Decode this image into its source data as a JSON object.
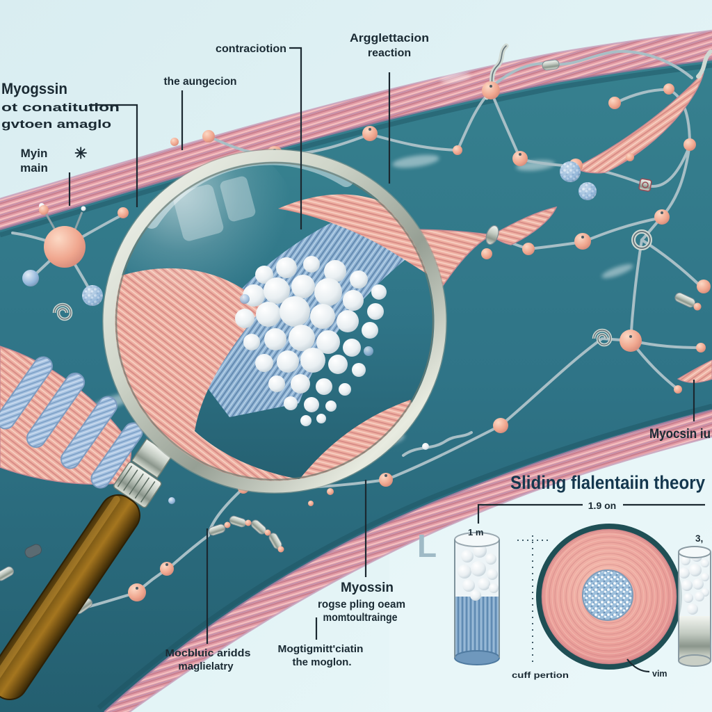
{
  "figure": {
    "type": "anatomy-illustration",
    "subject": "muscle fiber cross-section with magnifying glass and sliding filament panel"
  },
  "labels": {
    "myogssin": {
      "l1": "Myogssin",
      "l2": "ot conatitution",
      "l3": "gvtoen amaglo"
    },
    "myin": {
      "l1": "Myin",
      "l2": "main"
    },
    "asterisk": "✳",
    "aungecion": "the aungecion",
    "contraciotion": "contraciotion",
    "arggletacion": {
      "l1": "Argglettacion",
      "l2": "reaction"
    },
    "myocsin_iu": "Myocsin iu",
    "heading": "Sliding flalentaiin theory",
    "myossin": {
      "l1": "Myossin",
      "l2": "rogse pling oeam",
      "l3": "momtoultrainge"
    },
    "mogtigmit": {
      "l1": "Mogtigmitt'ciatin",
      "l2": "the moglon."
    },
    "mocbluic": {
      "l1": "Mocbluic aridds",
      "l2": "maglielatry"
    },
    "scale_top": "1.9 on",
    "scale_cyl": "1 m",
    "cuff": "cuff pertion",
    "vim": "vim",
    "num3": "3,",
    "l_mark": "L"
  },
  "colors": {
    "background": "#dfeff2",
    "panel_light": "#e9f7f9",
    "teal": "#2f7487",
    "teal_deep": "#1e5d6d",
    "band_pink": "#e6a0a8",
    "band_stripe": "#c87f90",
    "fiber_pink": "#eeb0a2",
    "fiber_stripe": "#d98d87",
    "filament_blue": "#8fb3d4",
    "sphere_pink": "#f0a78f",
    "sphere_blue": "#93b6da",
    "pearl_white": "#e9eff2",
    "wire_silver": "#c2d4d9",
    "silver": "#c3cbc2",
    "handle_brown": "#7d5a16",
    "label_ink": "#1a2a33",
    "heading_ink": "#14374e",
    "ring_teal": "#1f4f55",
    "light_mark": "#9fbac6"
  }
}
